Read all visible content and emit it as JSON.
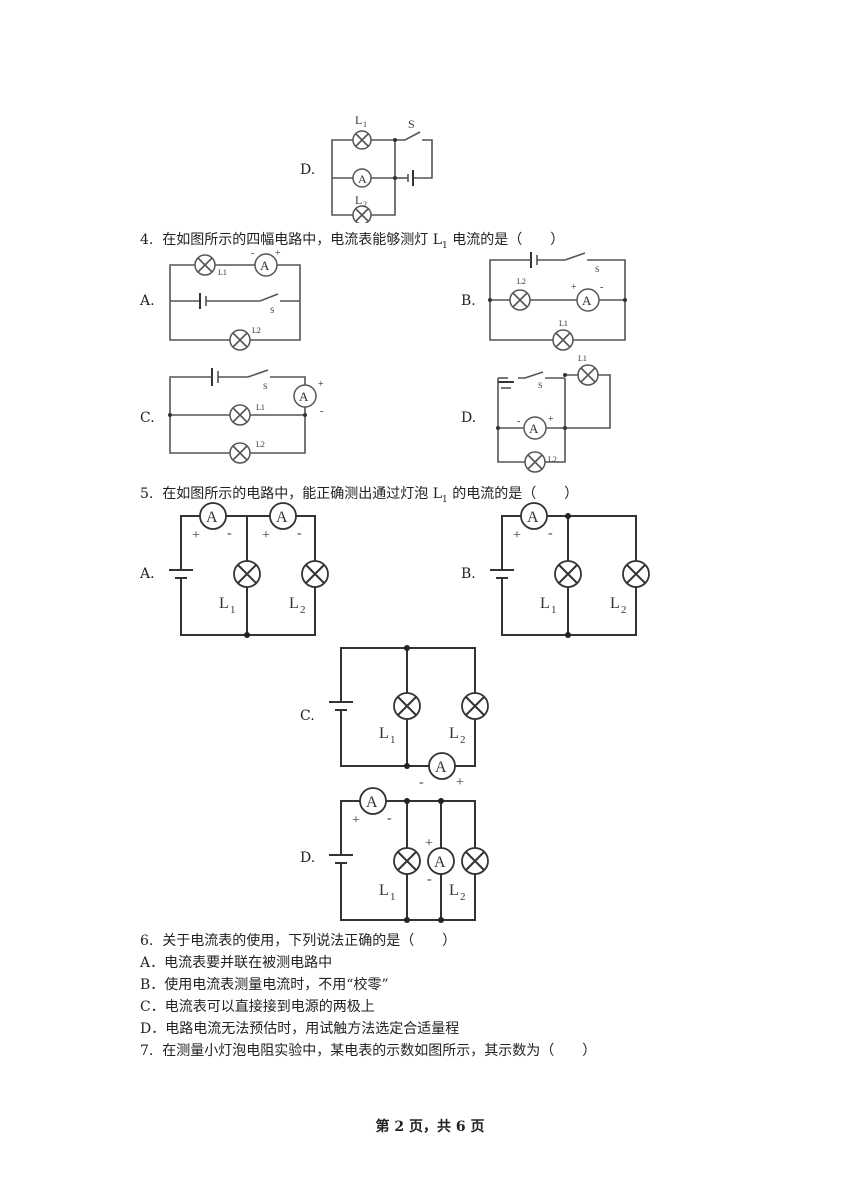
{
  "q3d": {
    "label": "D.",
    "l1": "L",
    "l1sub": "1",
    "l2": "L",
    "l2sub": "2",
    "s": "S",
    "a": "A"
  },
  "q4": {
    "num": "4.",
    "text_pre": "在如图所示的四幅电路中，电流表能够测灯 L",
    "sub": "1",
    "text_post": " 电流的是（　　）",
    "opts": [
      "A.",
      "B.",
      "C.",
      "D."
    ],
    "lamp1": "L1",
    "lamp2": "L2",
    "switch": "S",
    "ammeter": "A",
    "plus": "+",
    "minus": "-"
  },
  "q5": {
    "num": "5.",
    "text_pre": "在如图所示的电路中，能正确测出通过灯泡 L",
    "sub": "1",
    "text_post": " 的电流的是（　　）",
    "opts": [
      "A.",
      "B.",
      "C.",
      "D."
    ],
    "l": "L",
    "s1": "1",
    "s2": "2",
    "a": "A",
    "plus": "+",
    "minus": "-"
  },
  "q6": {
    "num": "6.",
    "text": "关于电流表的使用，下列说法正确的是（　　）",
    "options": [
      "A．电流表要并联在被测电路中",
      "B．使用电流表测量电流时，不用“校零”",
      "C．电流表可以直接接到电源的两极上",
      "D．电路电流无法预估时，用试触方法选定合适量程"
    ]
  },
  "q7": {
    "num": "7.",
    "text": "在测量小灯泡电阻实验中，某电表的示数如图所示，其示数为（　　）"
  },
  "footer": "第 2 页，共 6 页"
}
